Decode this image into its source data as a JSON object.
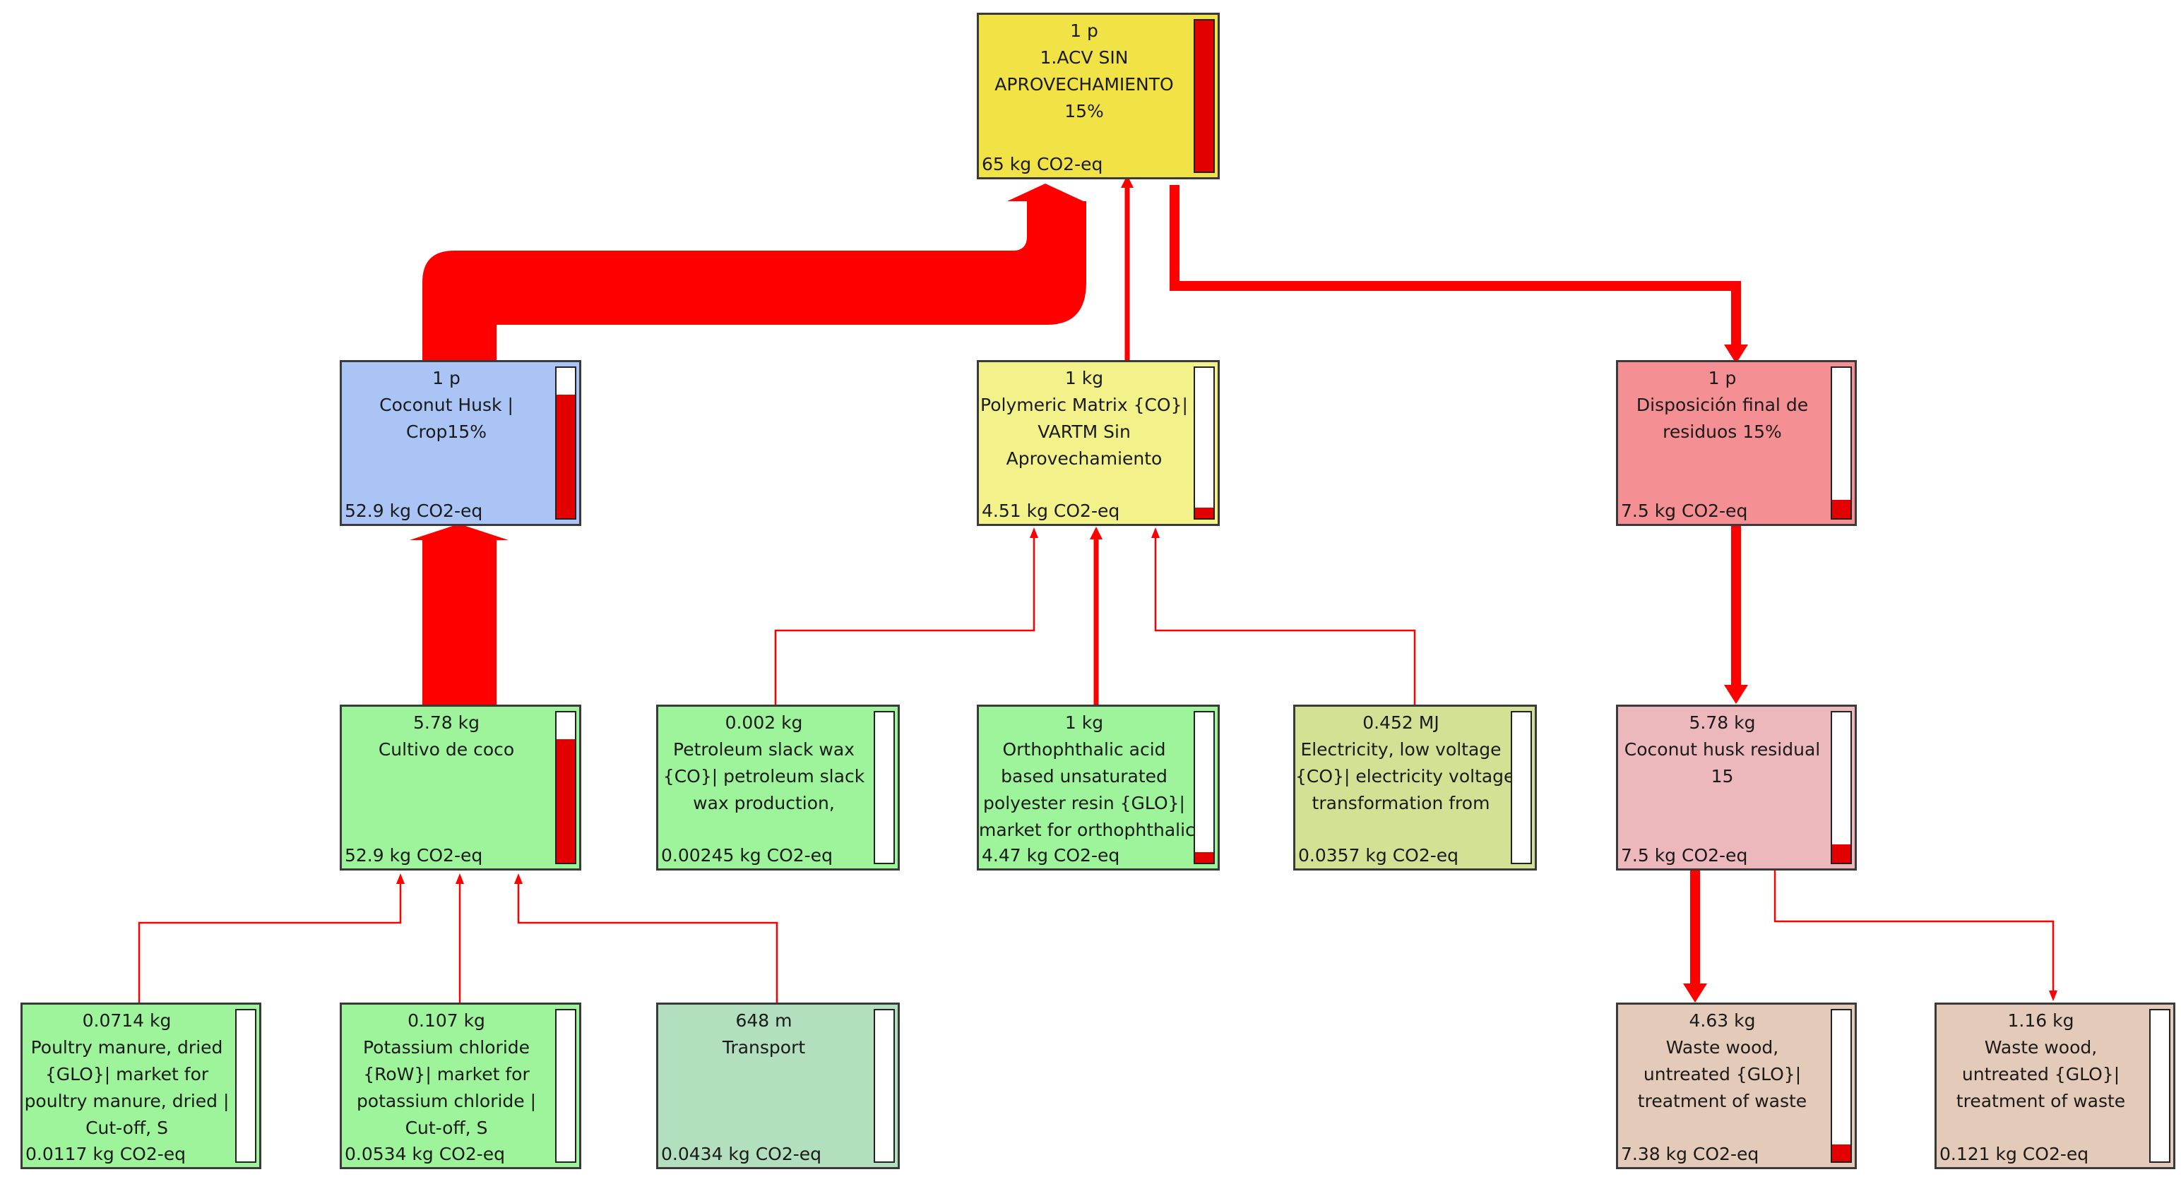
{
  "colors": {
    "link": "#ff0000",
    "yellow": "#f1e246",
    "blue": "#a9c4f5",
    "light_yellow": "#f3f28a",
    "red": "#f48f93",
    "pink": "#ecb8bc",
    "green": "#9ef49a",
    "olive": "#d3e195",
    "sage": "#b2dfbd",
    "tan": "#e4cab8",
    "gauge_fill": "#e30000"
  },
  "nodes": [
    {
      "id": "root",
      "lines": [
        "1 p",
        "1.ACV SIN",
        "APROVECHAMIENTO",
        "15%"
      ],
      "value": "65 kg CO2-eq",
      "color": "yellow",
      "level": 1.0
    },
    {
      "id": "coconut-husk-crop",
      "lines": [
        "1 p",
        "Coconut Husk |",
        "Crop15%"
      ],
      "value": "52.9 kg CO2-eq",
      "color": "blue",
      "level": 0.82
    },
    {
      "id": "polymeric-matrix",
      "lines": [
        "1 kg",
        "Polymeric Matrix {CO}|",
        "VARTM Sin",
        "Aprovechamiento"
      ],
      "value": "4.51 kg CO2-eq",
      "color": "light_yellow",
      "level": 0.07
    },
    {
      "id": "disposicion-final",
      "lines": [
        "1 p",
        "Disposición final de",
        "residuos 15%"
      ],
      "value": "7.5 kg CO2-eq",
      "color": "red",
      "level": 0.12
    },
    {
      "id": "cultivo-coco",
      "lines": [
        "5.78 kg",
        "Cultivo de coco"
      ],
      "value": "52.9 kg CO2-eq",
      "color": "green",
      "level": 0.82
    },
    {
      "id": "petroleum-slack-wax",
      "lines": [
        "0.002 kg",
        "Petroleum slack wax",
        "{CO}| petroleum slack",
        "wax production,"
      ],
      "value": "0.00245 kg CO2-eq",
      "color": "green",
      "level": 0.0
    },
    {
      "id": "orthophthalic-resin",
      "lines": [
        "1 kg",
        "Orthophthalic acid",
        "based unsaturated",
        "polyester resin {GLO}|",
        "market for orthophthalic"
      ],
      "value": "4.47 kg CO2-eq",
      "color": "green",
      "level": 0.07
    },
    {
      "id": "electricity-low-voltage",
      "lines": [
        "0.452 MJ",
        "Electricity, low voltage",
        "{CO}| electricity voltage",
        "transformation from"
      ],
      "value": "0.0357 kg CO2-eq",
      "color": "olive",
      "level": 0.0
    },
    {
      "id": "coconut-husk-residual",
      "lines": [
        "5.78 kg",
        "Coconut husk residual",
        "15"
      ],
      "value": "7.5 kg CO2-eq",
      "color": "pink",
      "level": 0.12
    },
    {
      "id": "poultry-manure",
      "lines": [
        "0.0714 kg",
        "Poultry manure, dried",
        "{GLO}| market for",
        "poultry manure, dried |",
        "Cut-off, S"
      ],
      "value": "0.0117 kg CO2-eq",
      "color": "green",
      "level": 0.0
    },
    {
      "id": "potassium-chloride",
      "lines": [
        "0.107 kg",
        "Potassium chloride",
        "{RoW}| market for",
        "potassium chloride |",
        "Cut-off, S"
      ],
      "value": "0.0534 kg CO2-eq",
      "color": "green",
      "level": 0.0
    },
    {
      "id": "transport",
      "lines": [
        "648 m",
        "Transport"
      ],
      "value": "0.0434 kg CO2-eq",
      "color": "sage",
      "level": 0.0
    },
    {
      "id": "waste-wood-1",
      "lines": [
        "4.63 kg",
        "Waste wood,",
        "untreated {GLO}|",
        "treatment of waste"
      ],
      "value": "7.38 kg CO2-eq",
      "color": "tan",
      "level": 0.11
    },
    {
      "id": "waste-wood-2",
      "lines": [
        "1.16 kg",
        "Waste wood,",
        "untreated {GLO}|",
        "treatment of waste"
      ],
      "value": "0.121 kg CO2-eq",
      "color": "tan",
      "level": 0.0
    }
  ]
}
